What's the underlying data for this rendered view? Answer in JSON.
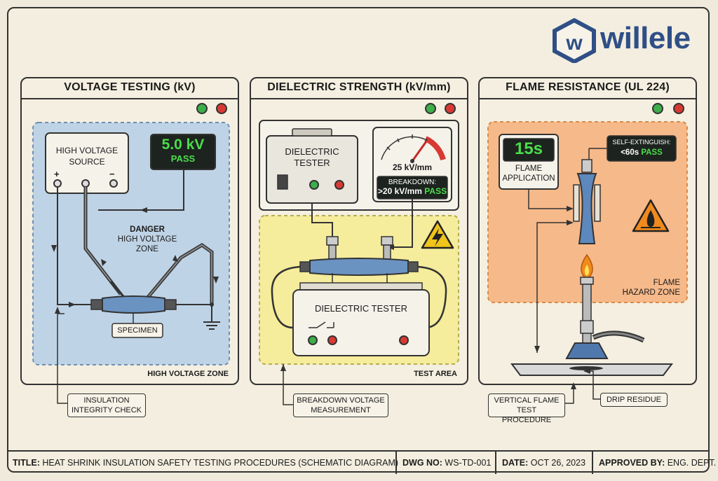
{
  "logo": {
    "text": "willele",
    "mark": "w"
  },
  "panels": [
    {
      "title": "VOLTAGE TESTING (kV)",
      "zone_label": "HIGH VOLTAGE ZONE",
      "source": {
        "line1": "HIGH VOLTAGE",
        "line2": "SOURCE",
        "plus": "+",
        "minus": "−"
      },
      "display": {
        "value": "5.0 kV",
        "status": "PASS"
      },
      "danger": {
        "line1": "DANGER",
        "line2": "HIGH VOLTAGE",
        "line3": "ZONE"
      },
      "specimen": "SPECIMEN",
      "callout": {
        "line1": "INSULATION",
        "line2": "INTEGRITY CHECK"
      }
    },
    {
      "title": "DIELECTRIC STRENGTH (kV/mm)",
      "zone_label": "TEST AREA",
      "tester_top": {
        "line1": "DIELECTRIC",
        "line2": "TESTER"
      },
      "gauge": {
        "value": "25 kV/mm",
        "breakdown_label": "BREAKDOWN:",
        "breakdown_value": ">20 kV/mm",
        "status": "PASS"
      },
      "tester_bottom": "DIELECTRIC TESTER",
      "callout": {
        "line1": "BREAKDOWN VOLTAGE",
        "line2": "MEASUREMENT"
      }
    },
    {
      "title": "FLAME RESISTANCE (UL 224)",
      "zone_label_line1": "FLAME",
      "zone_label_line2": "HAZARD ZONE",
      "timer": {
        "value": "15s",
        "line1": "FLAME",
        "line2": "APPLICATION"
      },
      "self_ext": {
        "label": "SELF-EXTINGUISH:",
        "value": "<60s",
        "status": "PASS"
      },
      "callout_left": {
        "line1": "VERTICAL FLAME",
        "line2": "TEST PROCEDURE"
      },
      "callout_right": "DRIP RESIDUE"
    }
  ],
  "footer": {
    "title_label": "TITLE:",
    "title_value": "HEAT SHRINK INSULATION SAFETY TESTING PROCEDURES (SCHEMATIC DIAGRAM)",
    "dwg_label": "DWG NO:",
    "dwg_value": "WS-TD-001",
    "date_label": "DATE:",
    "date_value": "OCT 26, 2023",
    "approved_label": "APPROVED BY:",
    "approved_value": "ENG. DEPT."
  },
  "colors": {
    "background": "#efeadb",
    "hv_zone": "#bfd3e6",
    "test_area": "#f5ec9c",
    "flame_zone": "#f6b98a",
    "pass_green": "#4ade4a",
    "lamp_green": "#3cae4a",
    "lamp_red": "#d83a33",
    "logo_blue": "#2f4f86"
  }
}
